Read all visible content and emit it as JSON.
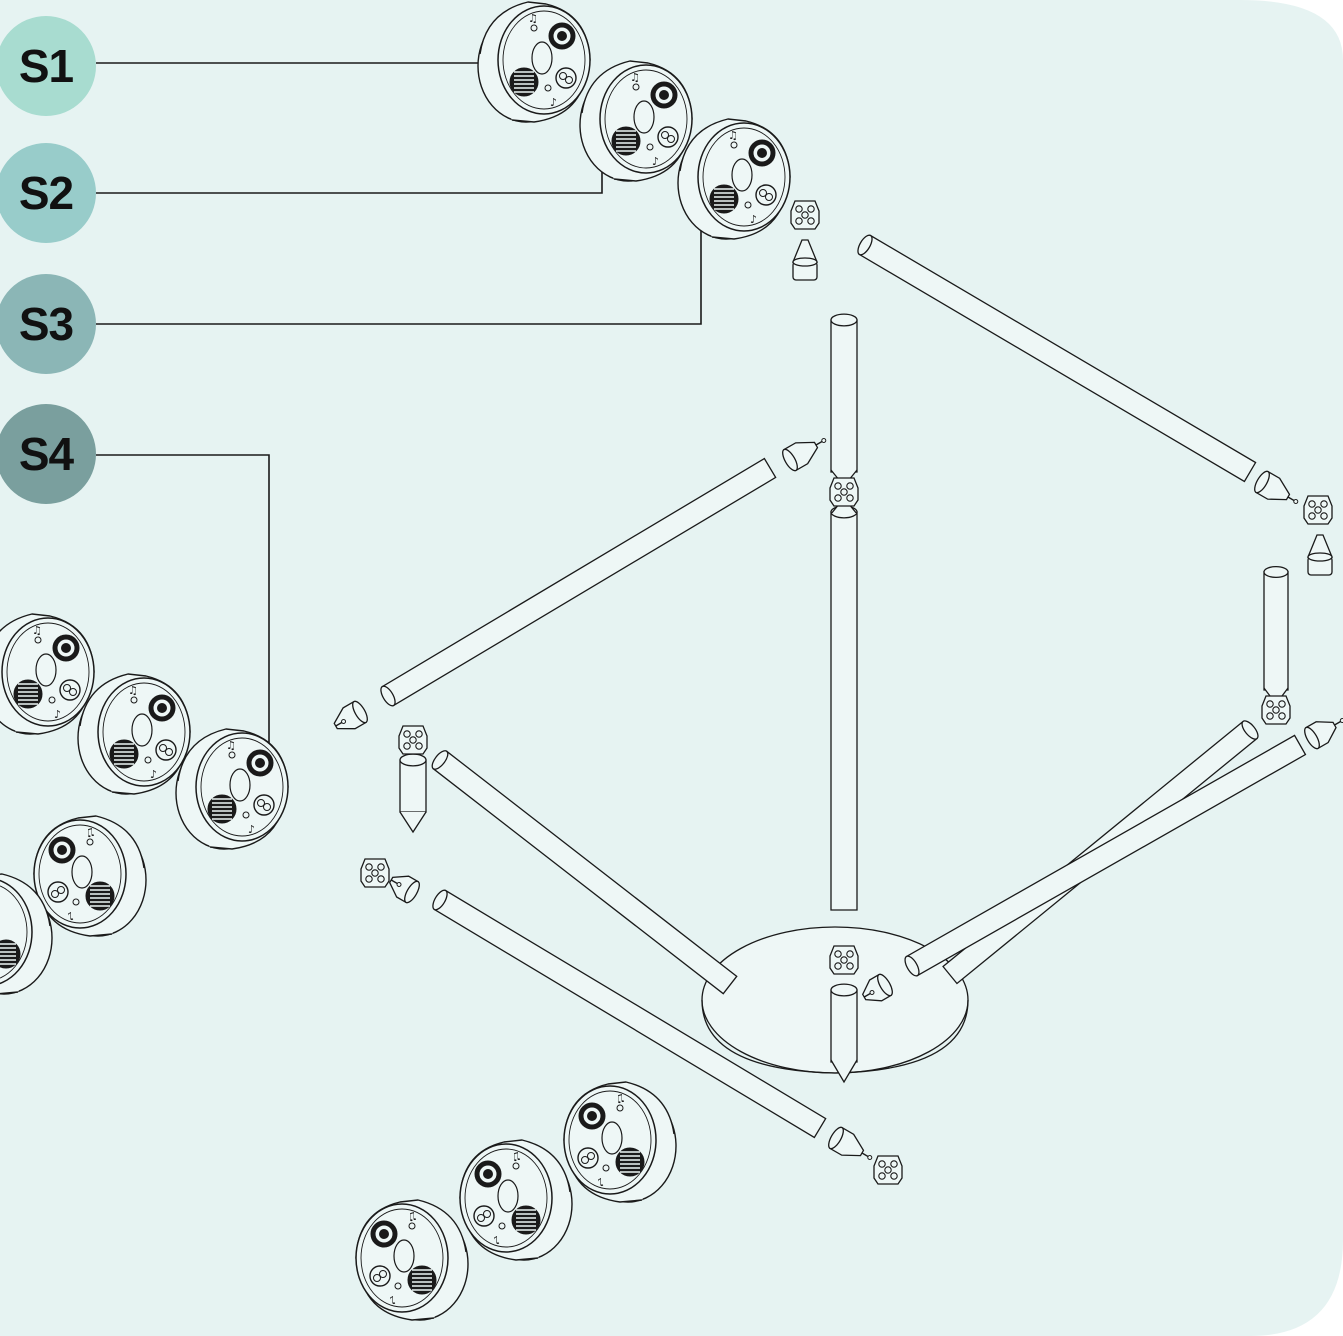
{
  "colors": {
    "background": "#e6f3f2",
    "line": "#1a1a1a",
    "s1": "#a8dcd0",
    "s2": "#98ccca",
    "s3": "#8bb6b6",
    "s4": "#7a9f9e"
  },
  "labels": [
    {
      "id": "s1",
      "text": "S1"
    },
    {
      "id": "s2",
      "text": "S2"
    },
    {
      "id": "s3",
      "text": "S3"
    },
    {
      "id": "s4",
      "text": "S4"
    }
  ]
}
